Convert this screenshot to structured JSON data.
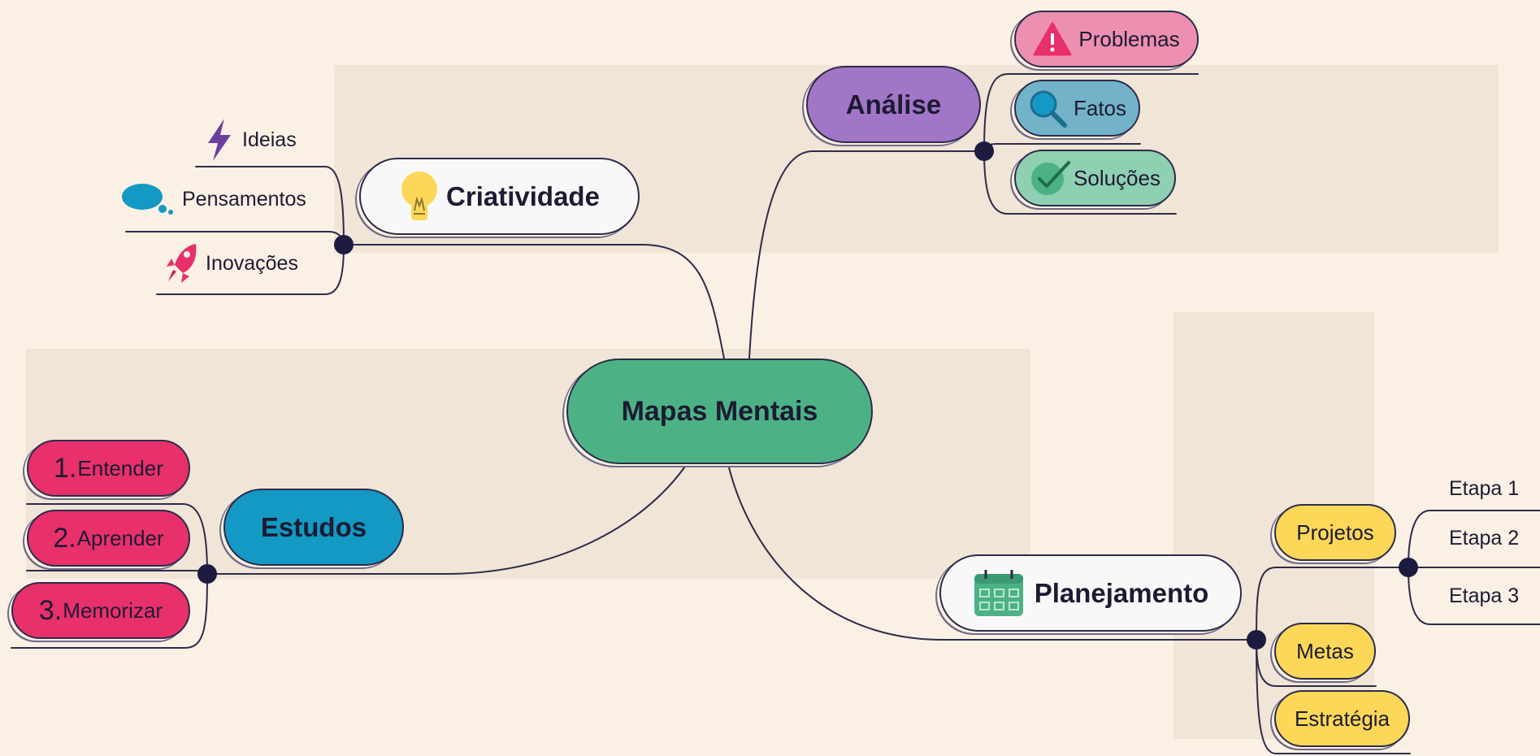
{
  "colors": {
    "background": "#faf1e4",
    "panel": "#f0e5d7",
    "line": "#2e2b4a",
    "central": "#4cb286",
    "analise": "#a276c6",
    "problemas": "#ec8fb0",
    "fatos": "#72b3c9",
    "solucoes": "#8fcfb2",
    "estudos": "#1399c4",
    "pink": "#e8306b",
    "yellow": "#fcd758",
    "white": "#f8f8f8"
  },
  "central": {
    "label": "Mapas Mentais"
  },
  "criatividade": {
    "label": "Criatividade",
    "icon": "lightbulb-icon",
    "children": [
      {
        "label": "Ideias",
        "icon": "lightning-icon"
      },
      {
        "label": "Pensamentos",
        "icon": "thought-bubble-icon"
      },
      {
        "label": "Inovações",
        "icon": "rocket-icon"
      }
    ]
  },
  "analise": {
    "label": "Análise",
    "children": [
      {
        "label": "Problemas",
        "icon": "warning-icon"
      },
      {
        "label": "Fatos",
        "icon": "magnifier-icon"
      },
      {
        "label": "Soluções",
        "icon": "checkmark-icon"
      }
    ]
  },
  "estudos": {
    "label": "Estudos",
    "children": [
      {
        "number": "1.",
        "label": "Entender"
      },
      {
        "number": "2.",
        "label": "Aprender"
      },
      {
        "number": "3.",
        "label": "Memorizar"
      }
    ]
  },
  "planejamento": {
    "label": "Planejamento",
    "icon": "calendar-icon",
    "children": [
      {
        "label": "Projetos",
        "children": [
          "Etapa 1",
          "Etapa 2",
          "Etapa 3"
        ]
      },
      {
        "label": "Metas"
      },
      {
        "label": "Estratégia"
      }
    ]
  }
}
